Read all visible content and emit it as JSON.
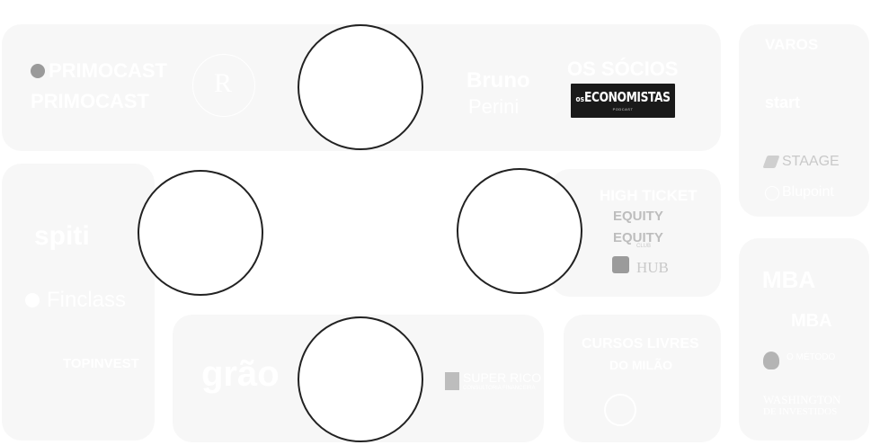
{
  "colors": {
    "card_bg": "#f7f7f7",
    "badge_bg": "#1a1a1a",
    "circle_stroke": "#222222",
    "faint_text": "#ffffff",
    "visible_gray": "#bdbdbd"
  },
  "cards": {
    "podcasts": {
      "logos": [
        "PRIMOCAST",
        "PRIMOCAST",
        "R",
        "Bruno",
        "Perini",
        "OS SÓCIOS"
      ],
      "badge": {
        "prefix": "os",
        "main": "ECONOMISTAS",
        "sub": "PODCAST"
      }
    },
    "varos": {
      "title": "VAROS",
      "logos": [
        "start",
        "STAAGE",
        "Blupoint"
      ]
    },
    "left": {
      "logos": [
        "spiti",
        "Finclass",
        "TOPINVEST"
      ]
    },
    "high_ticket": {
      "title": "HIGH TICKET",
      "logos": [
        "EQUITY",
        "EQUITY",
        "CLUB",
        "HUB"
      ]
    },
    "bottom_center": {
      "logos": [
        "grão",
        "SUPER RICO",
        "CONSULTORIA FINANCEIRA"
      ]
    },
    "cursos": {
      "title": "CURSOS LIVRES",
      "subtitle": "DO MILÃO"
    },
    "mba": {
      "logos": [
        "MBA",
        "MBA",
        "O MÉTODO",
        "WASHINGTON",
        "DE INVESTIDOS"
      ]
    }
  }
}
